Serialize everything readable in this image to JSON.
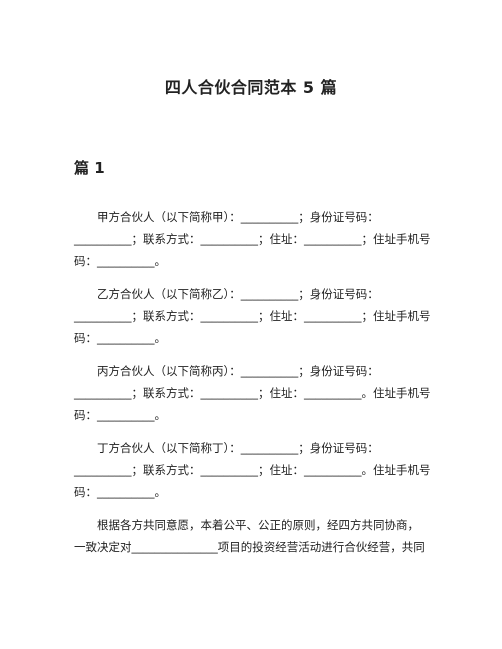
{
  "document": {
    "title": "四人合伙合同范本 5 篇",
    "section_heading": "篇 1",
    "paragraphs": [
      {
        "lines": [
          "甲方合伙人（以下简称甲）：__________；身份证号码：",
          "__________；联系方式：__________；住址：__________；住址手机号",
          "码：__________。"
        ]
      },
      {
        "lines": [
          "乙方合伙人（以下简称乙）：__________；身份证号码：",
          "__________；联系方式：__________；住址：__________；住址手机号",
          "码：__________。"
        ]
      },
      {
        "lines": [
          "丙方合伙人（以下简称丙）：__________；身份证号码：",
          "__________；联系方式：__________；住址：__________。住址手机号",
          "码：__________。"
        ]
      },
      {
        "lines": [
          "丁方合伙人（以下简称丁）：__________；身份证号码：",
          "__________；联系方式：__________；住址：__________。住址手机号",
          "码：__________。"
        ]
      },
      {
        "lines": [
          "根据各方共同意愿，本着公平、公正的原则，经四方共同协商，",
          "一致决定对_______________项目的投资经营活动进行合伙经营，共同"
        ]
      }
    ]
  }
}
